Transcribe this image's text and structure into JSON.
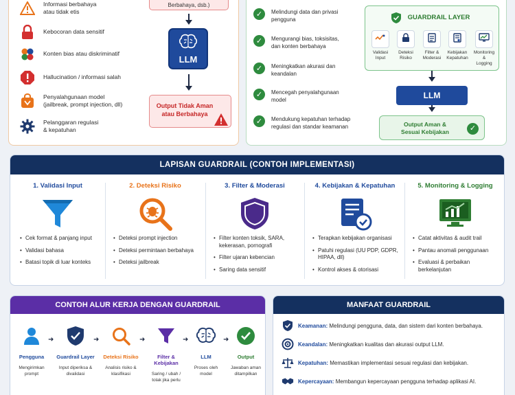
{
  "risks": [
    {
      "text": "Informasi berbahaya\natau tidak etis",
      "icon": "warning-icon"
    },
    {
      "text": "Kebocoran data sensitif",
      "icon": "lock-icon"
    },
    {
      "text": "Konten bias atau diskriminatif",
      "icon": "people-icon"
    },
    {
      "text": "Hallucination / informasi salah",
      "icon": "alert-icon"
    },
    {
      "text": "Penyalahgunaan model\n(jailbreak, prompt injection, dll)",
      "icon": "bag-icon"
    },
    {
      "text": "Pelanggaran regulasi\n& kepatuhan",
      "icon": "gear-icon"
    }
  ],
  "left_flow": {
    "harm_box": "Berbahaya, dsb.)",
    "llm_label": "LLM",
    "unsafe_output": "Output Tidak Aman\natau Berbahaya"
  },
  "guard_benefits": [
    "Melindungi data dan privasi\npengguna",
    "Mengurangi bias, toksisitas,\ndan konten berbahaya",
    "Meningkatkan akurasi dan\nkeandalan",
    "Mencegah penyalahgunaan\nmodel",
    "Mendukung kepatuhan terhadap\nregulasi dan standar keamanan"
  ],
  "guard_layer": {
    "title": "GUARDRAIL LAYER",
    "cells": [
      "Validasi\nInput",
      "Deteksi\nRisiko",
      "Filter &\nModerasi",
      "Kebijakan\nKepatuhan",
      "Monitoring &\nLogging"
    ],
    "llm_label": "LLM",
    "safe_output": "Output Aman &\nSesuai Kebijakan"
  },
  "layers": {
    "header": "LAPISAN GUARDRAIL (CONTOH IMPLEMENTASI)",
    "columns": [
      {
        "title": "1. Validasi Input",
        "color": "#1f4a9c",
        "items": [
          "Cek format & panjang input",
          "Validasi bahasa",
          "Batasi topik di luar konteks"
        ]
      },
      {
        "title": "2. Deteksi Risiko",
        "color": "#e8731a",
        "items": [
          "Deteksi prompt injection",
          "Deteksi permintaan berbahaya",
          "Deteksi jailbreak"
        ]
      },
      {
        "title": "3. Filter & Moderasi",
        "color": "#1f4a9c",
        "items": [
          "Filter konten toksik, SARA, kekerasan, pornografi",
          "Filter ujaran kebencian",
          "Saring data sensitif"
        ]
      },
      {
        "title": "4. Kebijakan & Kepatuhan",
        "color": "#1f4a9c",
        "items": [
          "Terapkan kebijakan organisasi",
          "Patuhi regulasi (UU PDP, GDPR, HIPAA, dll)",
          "Kontrol akses & otorisasi"
        ]
      },
      {
        "title": "5. Monitoring & Logging",
        "color": "#2e7d32",
        "items": [
          "Catat aktivitas & audit trail",
          "Pantau anomali penggunaan",
          "Evaluasi & perbaikan berkelanjutan"
        ]
      }
    ]
  },
  "workflow": {
    "header": "CONTOH ALUR KERJA DENGAN GUARDRAIL",
    "steps": [
      {
        "name": "Pengguna",
        "desc": "Mengirimkan\nprompt",
        "color": "#1f4a9c"
      },
      {
        "name": "Guardrail Layer",
        "desc": "Input diperiksa &\ndivalidasi",
        "color": "#1f4a9c"
      },
      {
        "name": "Deteksi Risiko",
        "desc": "Analisis risiko &\nklasifikasi",
        "color": "#e8731a"
      },
      {
        "name": "Filter & Kebijakan",
        "desc": "Saring / ubah /\ntolak jika perlu",
        "color": "#5b2ea6"
      },
      {
        "name": "LLM",
        "desc": "Proses oleh\nmodel",
        "color": "#1f4a9c"
      },
      {
        "name": "Output",
        "desc": "Jawaban aman\nditampilkan",
        "color": "#2e7d32"
      }
    ]
  },
  "benefits": {
    "header": "MANFAAT GUARDRAIL",
    "items": [
      {
        "label": "Keamanan:",
        "text": " Melindungi pengguna, data, dan sistem dari konten berbahaya."
      },
      {
        "label": "Keandalan:",
        "text": " Meningkatkan kualitas dan akurasi output LLM."
      },
      {
        "label": "Kepatuhan:",
        "text": " Memastikan implementasi sesuai regulasi dan kebijakan."
      },
      {
        "label": "Kepercayaan:",
        "text": " Membangun kepercayaan pengguna terhadap aplikasi AI."
      }
    ]
  }
}
